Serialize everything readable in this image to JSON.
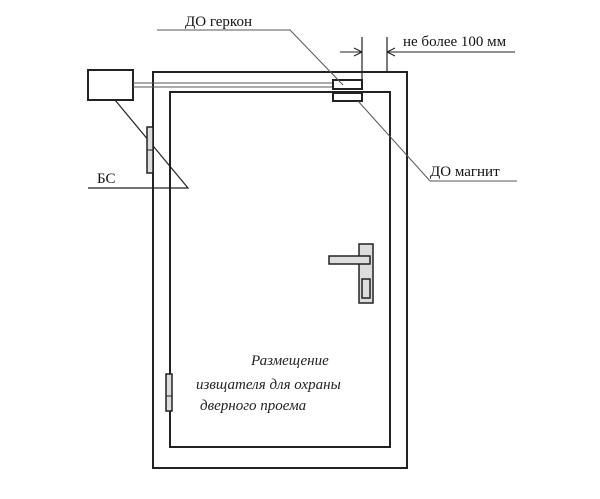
{
  "labels": {
    "reed_switch": "ДО геркон",
    "magnet": "ДО магнит",
    "distance": "не более 100 мм",
    "control_unit": "БС"
  },
  "caption": {
    "line1": "Размещение",
    "line2": "извщателя для охраны",
    "line3": "дверного проема"
  }
}
